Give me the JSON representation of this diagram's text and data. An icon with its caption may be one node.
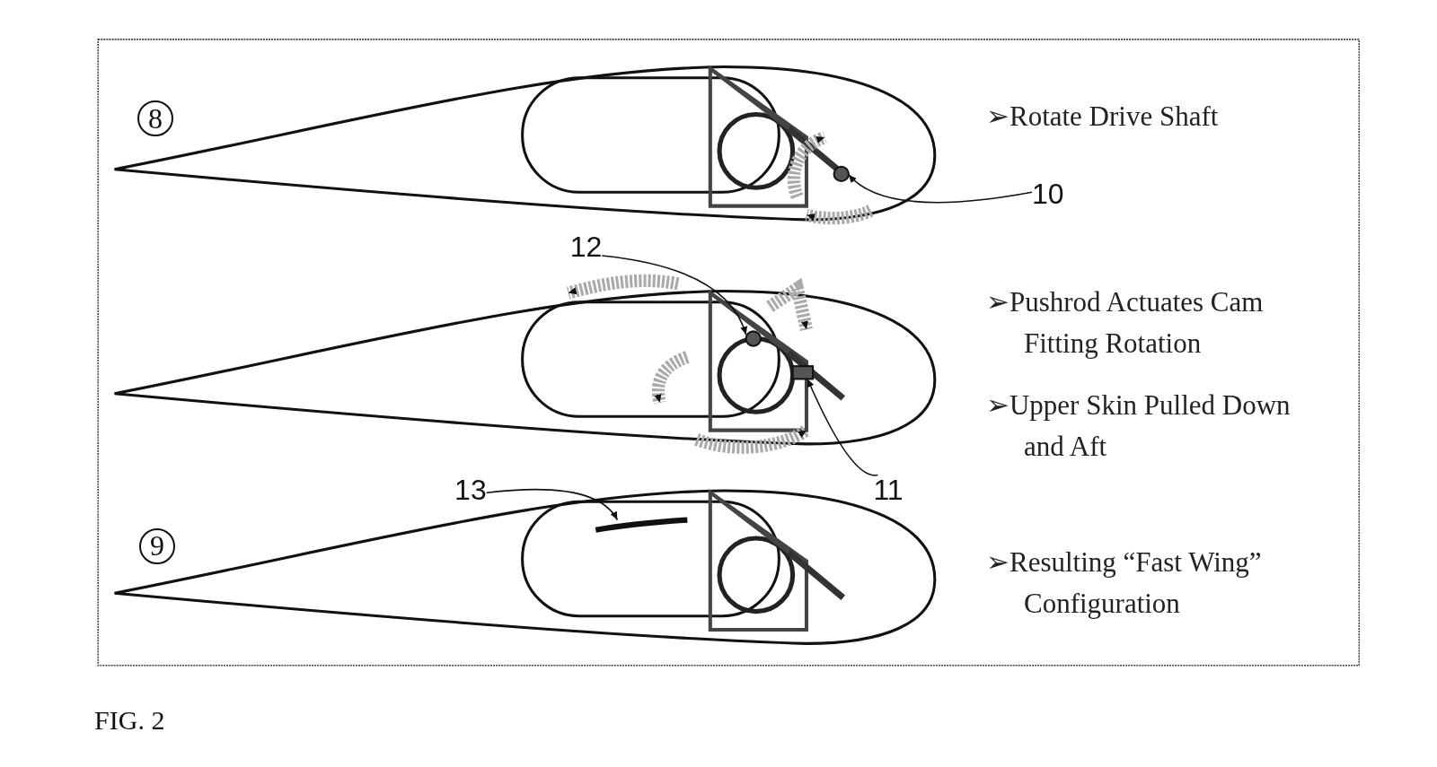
{
  "diagram": {
    "caption": "FIG. 2",
    "nodes": [
      {
        "text": [
          "8"
        ]
      },
      {
        "text": [
          "9"
        ]
      },
      {
        "text": [
          "10"
        ]
      },
      {
        "text": [],
        "shape": "circle"
      },
      {
        "text": [
          "12"
        ]
      },
      {
        "text": [],
        "shape": "circle"
      },
      {
        "text": [
          "11"
        ]
      },
      {
        "text": [],
        "shape": "box"
      },
      {
        "text": [
          "13"
        ]
      },
      {
        "text": [],
        "shape": "picture"
      }
    ],
    "edges": [
      {
        "from": 2,
        "to": 3,
        "arrow": "to"
      },
      {
        "from": 4,
        "to": 5,
        "arrow": "to"
      },
      {
        "from": 6,
        "to": 7,
        "arrow": "to"
      },
      {
        "from": 8,
        "to": 9,
        "arrow": "to"
      }
    ],
    "labels": [
      "➢Rotate Drive Shaft",
      "➢Pushrod Actuates Cam Fitting Rotation",
      "➢Upper Skin Pulled Down and Aft",
      "➢Resulting “Fast Wing” Configuration"
    ]
  }
}
